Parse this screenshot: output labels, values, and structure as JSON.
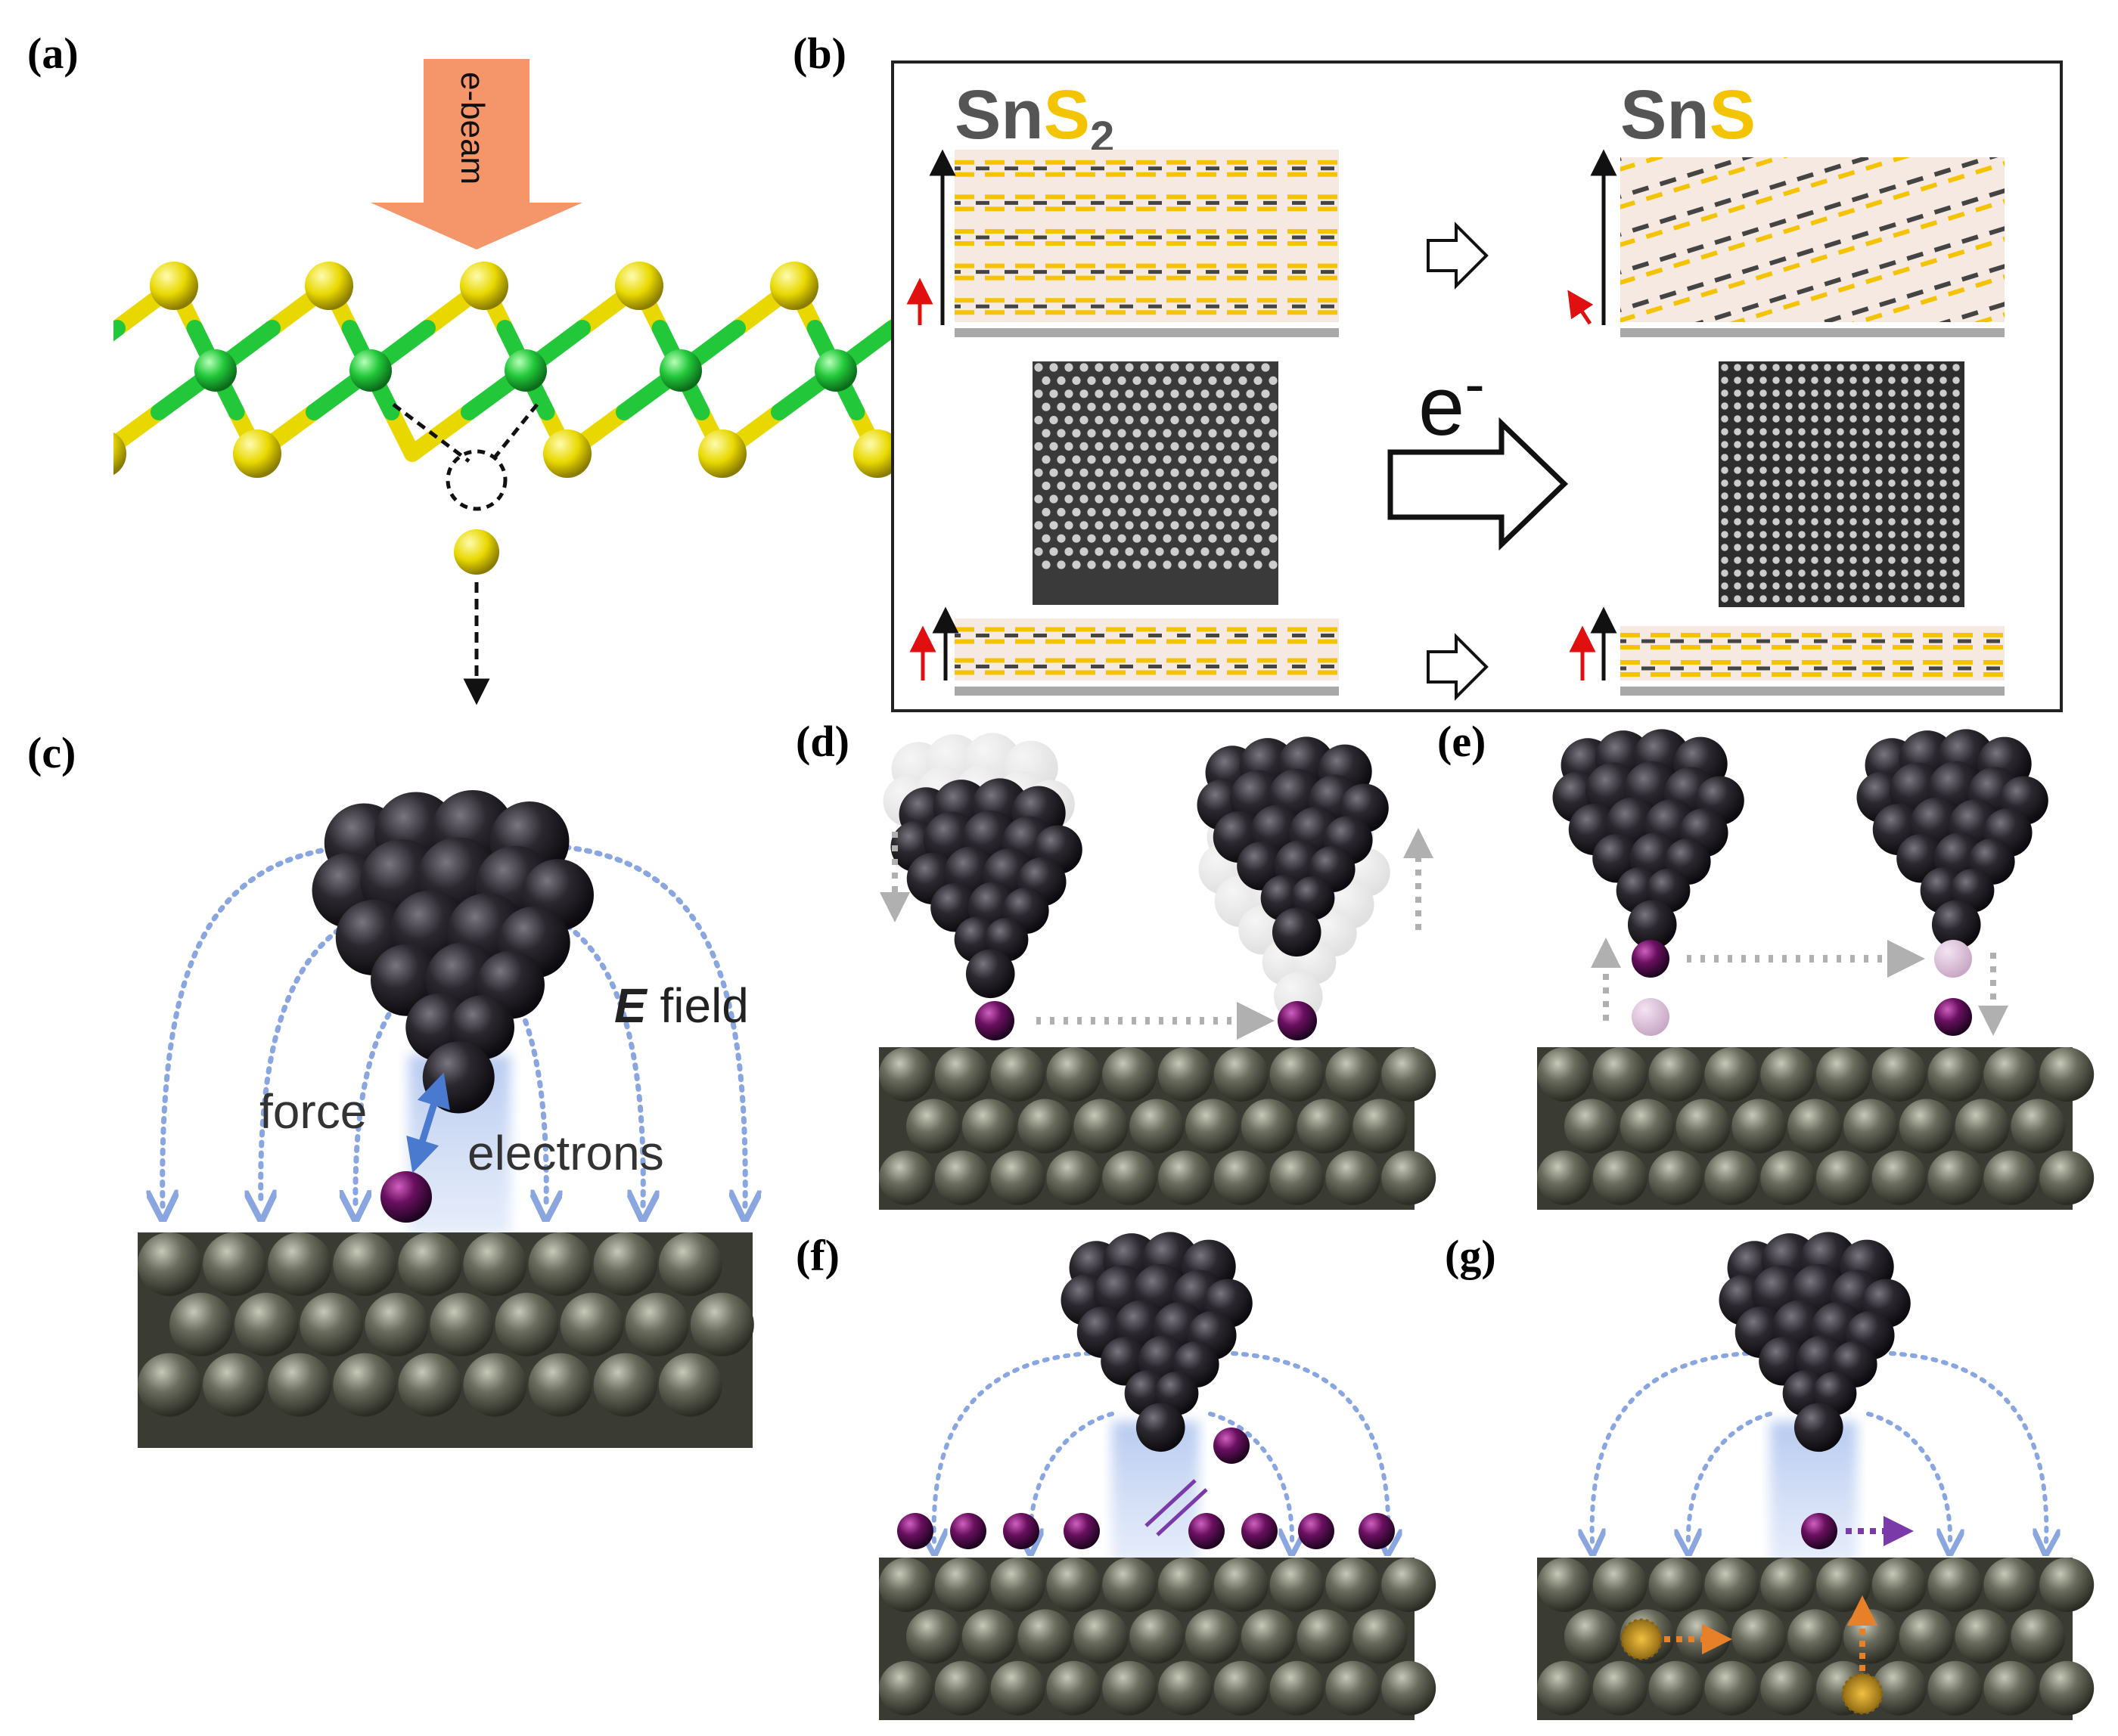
{
  "panels": {
    "a": {
      "label": "(a)",
      "beam_label": "e-beam"
    },
    "b": {
      "label": "(b)",
      "left_title": {
        "sn": "Sn",
        "s": "S",
        "sub": "2"
      },
      "right_title": {
        "sn": "Sn",
        "s": "S"
      },
      "electron_label": "e",
      "electron_sup": "-"
    },
    "c": {
      "label": "(c)",
      "field_label_e": "E",
      "field_label_rest": " field",
      "force_label": "force",
      "electrons_label": "electrons"
    },
    "d": {
      "label": "(d)"
    },
    "e": {
      "label": "(e)"
    },
    "f": {
      "label": "(f)"
    },
    "g": {
      "label": "(g)"
    }
  },
  "colors": {
    "sulfur": "#e8d800",
    "tin": "#2ecc40",
    "beam": "#f4956a",
    "tip_atom": "#1f1c22",
    "adatom": "#6a1060",
    "substrate": "#5a5c50",
    "field": "#8aa6e0",
    "electron_cone": "#b8cdf0",
    "title_gray": "#555555",
    "title_yellow": "#f5c400"
  }
}
